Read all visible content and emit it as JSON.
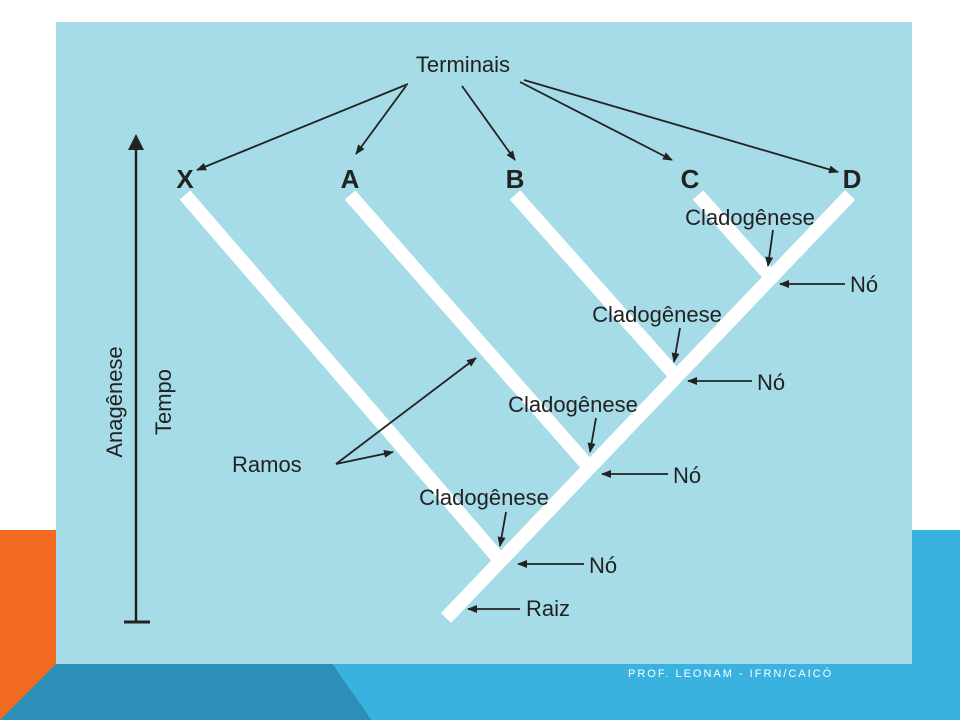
{
  "colors": {
    "panel": "#a6dce8",
    "branch": "#ffffff",
    "ink": "#222222",
    "accent_orange": "#f26b21",
    "accent_blue": "#3ab2e0",
    "accent_dark_blue": "#2b8fb8"
  },
  "diagram": {
    "terminals_label": "Terminais",
    "taxa": [
      "X",
      "A",
      "B",
      "C",
      "D"
    ],
    "cladogenese_label": "Cladogênese",
    "node_label": "Nó",
    "root_label": "Raiz",
    "branches_label": "Ramos",
    "anagenese_label": "Anagênese",
    "tempo_label": "Tempo"
  },
  "footer": {
    "text": "PROF. LEONAM - IFRN/CAICÓ"
  }
}
